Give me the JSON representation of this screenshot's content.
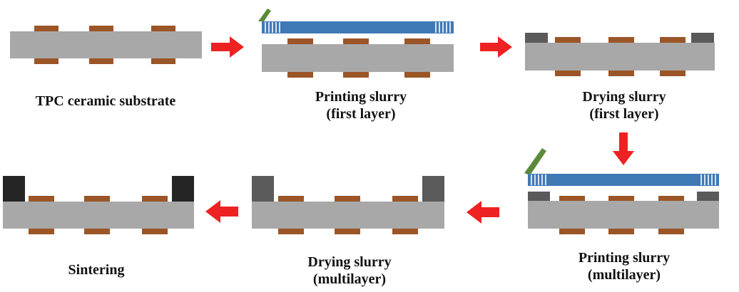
{
  "colors": {
    "substrate": "#a8a8a8",
    "copper": "#9b5527",
    "arrow": "#ee2222",
    "screen": "#3f79b6",
    "squeegee": "#5b8a3a",
    "slurry_wet": "#5a5a5a",
    "slurry_sintered": "#252525"
  },
  "steps": [
    {
      "id": "tpc",
      "lines": [
        "TPC ceramic substrate"
      ]
    },
    {
      "id": "print1",
      "lines": [
        "Printing slurry",
        "(first layer)"
      ]
    },
    {
      "id": "dry1",
      "lines": [
        "Drying slurry",
        "(first layer)"
      ]
    },
    {
      "id": "print2",
      "lines": [
        "Printing slurry",
        "(multilayer)"
      ]
    },
    {
      "id": "dry2",
      "lines": [
        "Drying slurry",
        "(multilayer)"
      ]
    },
    {
      "id": "sinter",
      "lines": [
        "Sintering"
      ]
    }
  ]
}
